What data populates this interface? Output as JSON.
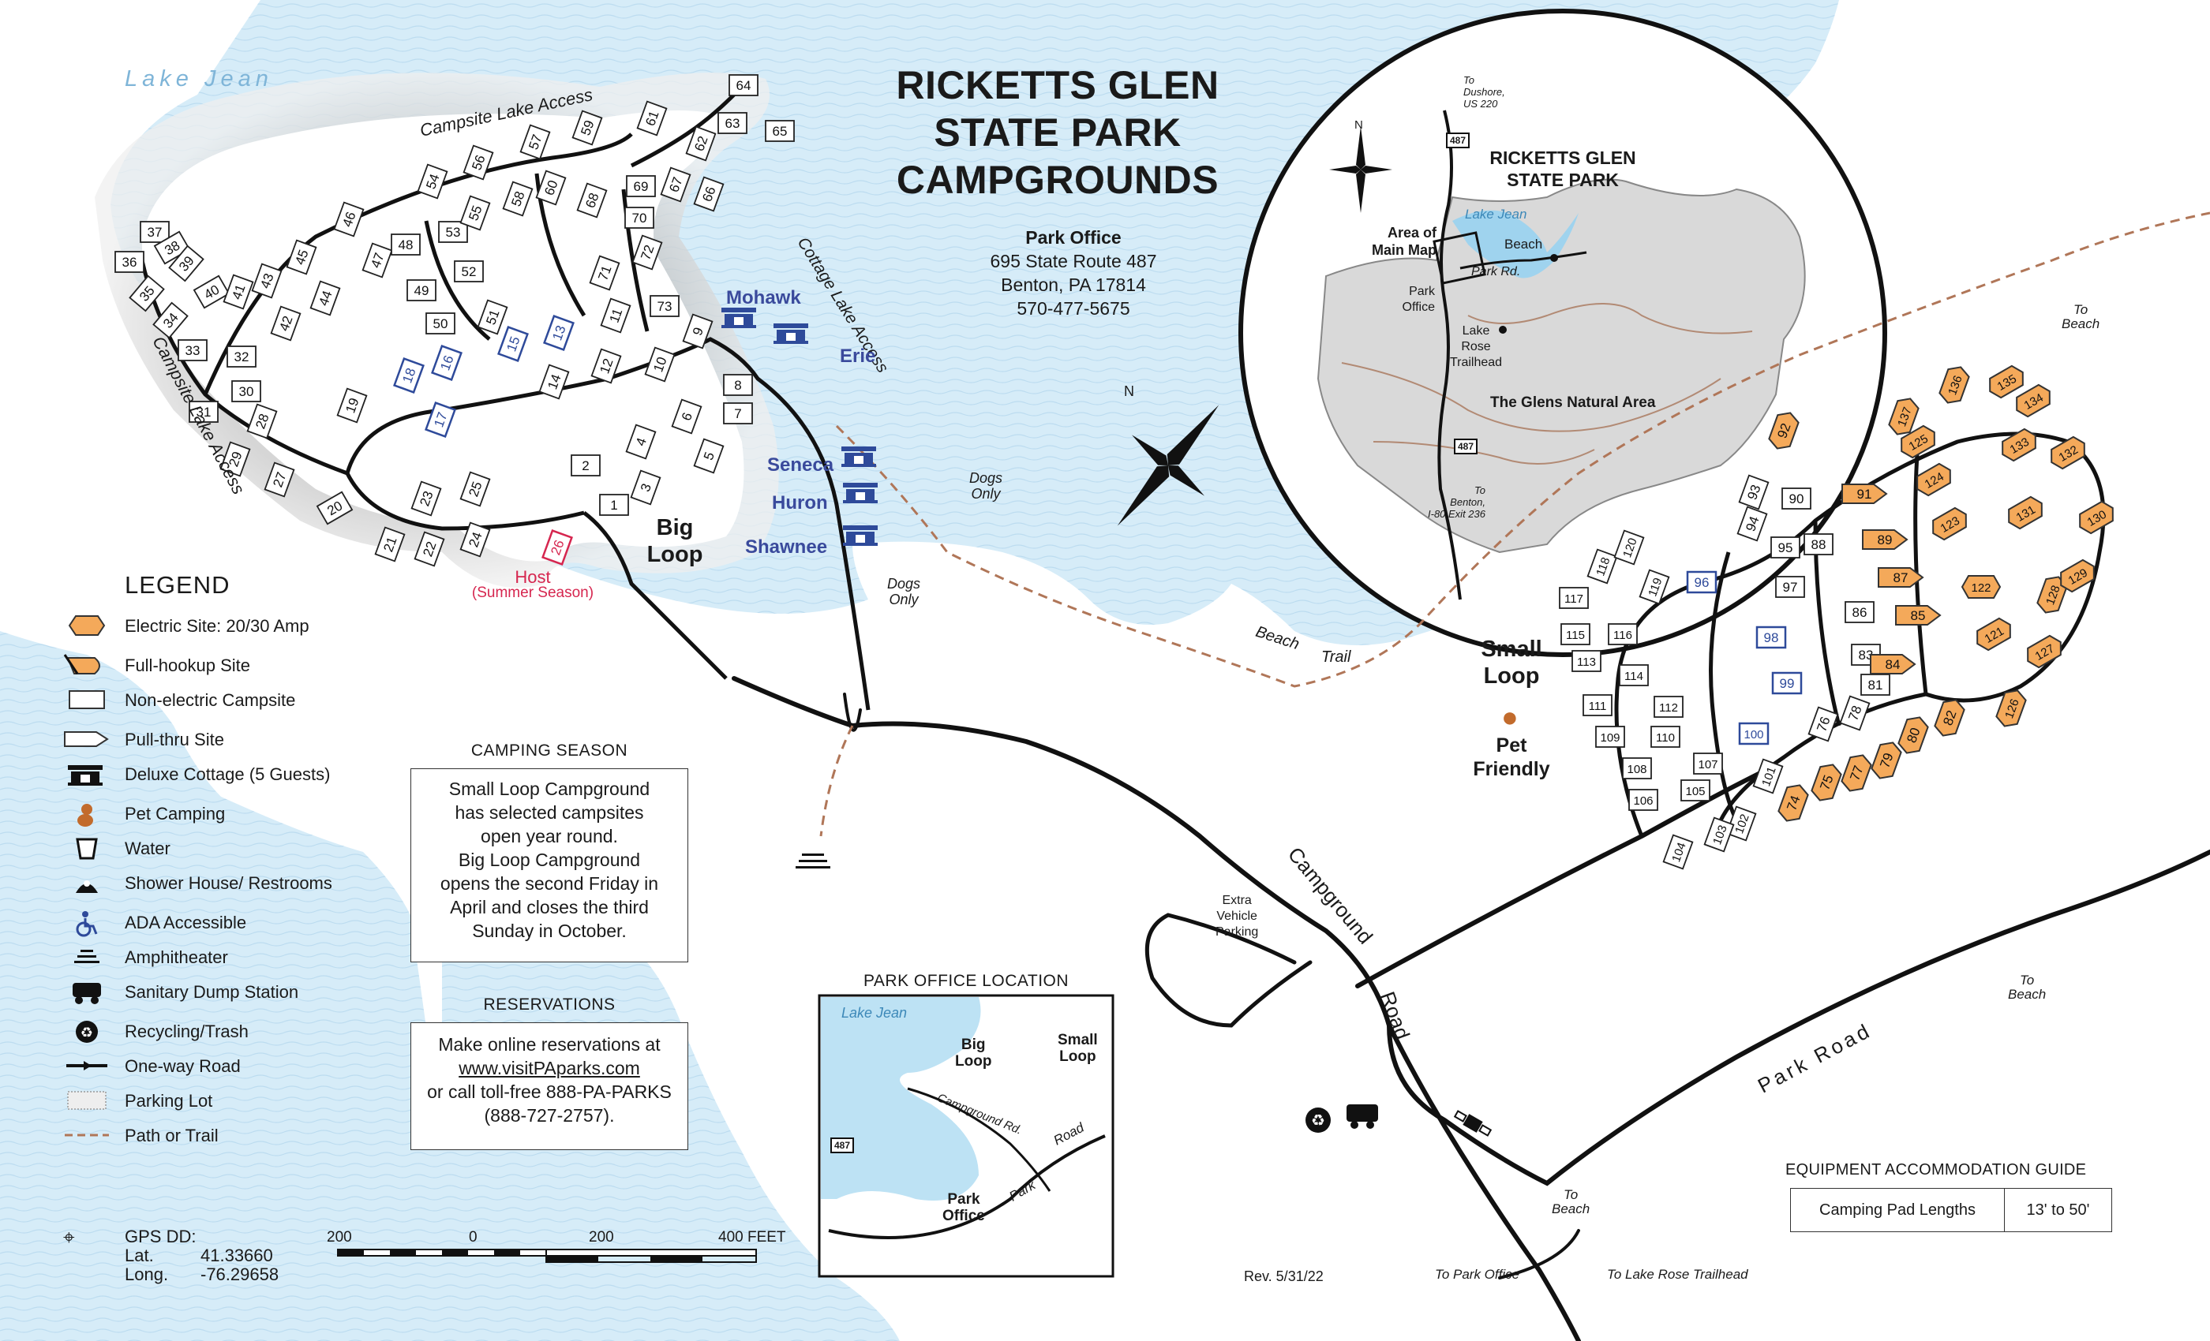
{
  "title": [
    "RICKETTS GLEN",
    "STATE PARK",
    "CAMPGROUNDS"
  ],
  "park_office": {
    "heading": "Park Office",
    "address1": "695 State Route 487",
    "address2": "Benton, PA 17814",
    "phone": "570-477-5675"
  },
  "lake_label": "Lake Jean",
  "labels": {
    "campsite_lake_access_top": "Campsite Lake Access",
    "campsite_lake_access_left": "Campsite Lake Access",
    "cottage_lake_access": "Cottage Lake Access",
    "big_loop": [
      "Big",
      "Loop"
    ],
    "small_loop": [
      "Small",
      "Loop"
    ],
    "pet_friendly": [
      "Pet",
      "Friendly"
    ],
    "host": "Host",
    "host_season": "(Summer Season)",
    "dogs_only_1": [
      "Dogs",
      "Only"
    ],
    "dogs_only_2": [
      "Dogs",
      "Only"
    ],
    "beach_trail_1": "Beach",
    "beach_trail_2": "Trail",
    "campground_road": "Campground",
    "campground_road2": "Road",
    "park_road": "Park Road",
    "extra_parking": [
      "Extra",
      "Vehicle",
      "Parking"
    ],
    "to_beach_1": [
      "To",
      "Beach"
    ],
    "to_beach_2": [
      "To",
      "Beach"
    ],
    "to_beach_3": [
      "To",
      "Beach"
    ],
    "to_park_office": "To Park Office",
    "to_lake_rose": "To Lake Rose Trailhead"
  },
  "cottages": [
    "Mohawk",
    "Erie",
    "Seneca",
    "Huron",
    "Shawnee"
  ],
  "legend": {
    "heading": "LEGEND",
    "items": [
      {
        "icon": "electric-site-icon",
        "label": "Electric Site: 20/30 Amp"
      },
      {
        "icon": "full-hookup-icon",
        "label": "Full-hookup Site"
      },
      {
        "icon": "non-electric-icon",
        "label": "Non-electric Campsite"
      },
      {
        "icon": "pull-thru-icon",
        "label": "Pull-thru Site"
      },
      {
        "icon": "cottage-icon",
        "label": "Deluxe Cottage (5 Guests)"
      },
      {
        "icon": "pet-icon",
        "label": "Pet Camping"
      },
      {
        "icon": "water-icon",
        "label": "Water"
      },
      {
        "icon": "shower-icon",
        "label": "Shower House/ Restrooms"
      },
      {
        "icon": "ada-icon",
        "label": "ADA Accessible"
      },
      {
        "icon": "amphitheater-icon",
        "label": "Amphitheater"
      },
      {
        "icon": "dump-station-icon",
        "label": "Sanitary Dump Station"
      },
      {
        "icon": "recycling-icon",
        "label": "Recycling/Trash"
      },
      {
        "icon": "one-way-icon",
        "label": "One-way Road"
      },
      {
        "icon": "parking-lot-icon",
        "label": "Parking Lot"
      },
      {
        "icon": "path-trail-icon",
        "label": "Path or Trail"
      }
    ],
    "gps": {
      "heading": "GPS DD:",
      "lat_label": "Lat.",
      "lat": "41.33660",
      "long_label": "Long.",
      "long": "-76.29658"
    }
  },
  "camping_season": {
    "heading": "CAMPING SEASON",
    "lines": [
      "Small Loop Campground",
      "has selected campsites",
      "open year round.",
      "Big Loop Campground",
      "opens the second Friday in",
      "April and closes the third",
      "Sunday in October."
    ]
  },
  "reservations": {
    "heading": "RESERVATIONS",
    "line1": "Make online reservations at",
    "link": "www.visitPAparks.com",
    "line2": "or call toll-free 888-PA-PARKS",
    "line3": "(888-727-2757)."
  },
  "office_location": {
    "heading": "PARK OFFICE LOCATION",
    "lake": "Lake Jean",
    "big_loop": [
      "Big",
      "Loop"
    ],
    "small_loop": [
      "Small",
      "Loop"
    ],
    "campground_rd": "Campground Rd.",
    "park": "Park",
    "road": "Road",
    "park_office": [
      "Park",
      "Office"
    ],
    "route": "487"
  },
  "inset_map": {
    "title": [
      "RICKETTS GLEN",
      "STATE PARK"
    ],
    "lake": "Lake Jean",
    "area_label": [
      "Area of",
      "Main Map"
    ],
    "park_office": [
      "Park",
      "Office"
    ],
    "beach": "Beach",
    "park_rd": [
      "Park",
      "Rd."
    ],
    "lake_rose": [
      "Lake",
      "Rose",
      "Trailhead"
    ],
    "glens": "The Glens Natural Area",
    "to_dushore": [
      "To",
      "Dushore,",
      "US 220"
    ],
    "to_benton": [
      "To",
      "Benton,",
      "I-80 Exit 236"
    ],
    "route": "487",
    "north": "N"
  },
  "north_main": "N",
  "scale": {
    "labels": [
      "200",
      "0",
      "200",
      "400 FEET"
    ]
  },
  "equipment": {
    "heading": "EQUIPMENT ACCOMMODATION GUIDE",
    "label": "Camping Pad Lengths",
    "value": "13' to 50'"
  },
  "revision": "Rev. 5/31/22",
  "sites": {
    "non_electric": [
      "1",
      "2",
      "3",
      "4",
      "5",
      "6",
      "7",
      "8",
      "9",
      "10",
      "11",
      "12",
      "14",
      "19",
      "20",
      "21",
      "22",
      "23",
      "24",
      "25",
      "27",
      "28",
      "29",
      "30",
      "31",
      "32",
      "33",
      "34",
      "35",
      "36",
      "37",
      "38",
      "39",
      "40",
      "41",
      "42",
      "43",
      "44",
      "45",
      "46",
      "47",
      "48",
      "49",
      "50",
      "51",
      "52",
      "53",
      "54",
      "55",
      "56",
      "57",
      "58",
      "59",
      "60",
      "61",
      "62",
      "63",
      "64",
      "65",
      "66",
      "67",
      "68",
      "69",
      "70",
      "71",
      "72",
      "73",
      "76",
      "78",
      "81",
      "83",
      "86",
      "88",
      "90",
      "93",
      "94",
      "95",
      "97",
      "101",
      "102",
      "103",
      "104",
      "105",
      "106",
      "107",
      "108",
      "109",
      "110",
      "111",
      "112",
      "113",
      "114",
      "115",
      "116",
      "117",
      "118",
      "119",
      "120"
    ],
    "ada": [
      "13",
      "15",
      "16",
      "17",
      "18",
      "96",
      "98",
      "99",
      "100"
    ],
    "host": "26",
    "electric": [
      "74",
      "75",
      "77",
      "79",
      "80",
      "82",
      "92",
      "121",
      "122",
      "123",
      "124",
      "125",
      "126",
      "127",
      "128",
      "129",
      "130",
      "131",
      "132",
      "133",
      "134",
      "135",
      "136",
      "137"
    ],
    "full_hookup": [
      "74",
      "75",
      "77",
      "79",
      "80",
      "82",
      "121",
      "122",
      "123",
      "124",
      "125",
      "126",
      "127",
      "128",
      "129",
      "130",
      "131",
      "132",
      "133",
      "134",
      "135",
      "136",
      "137"
    ],
    "pull_thru": [
      "84",
      "85",
      "87",
      "89",
      "91"
    ]
  }
}
